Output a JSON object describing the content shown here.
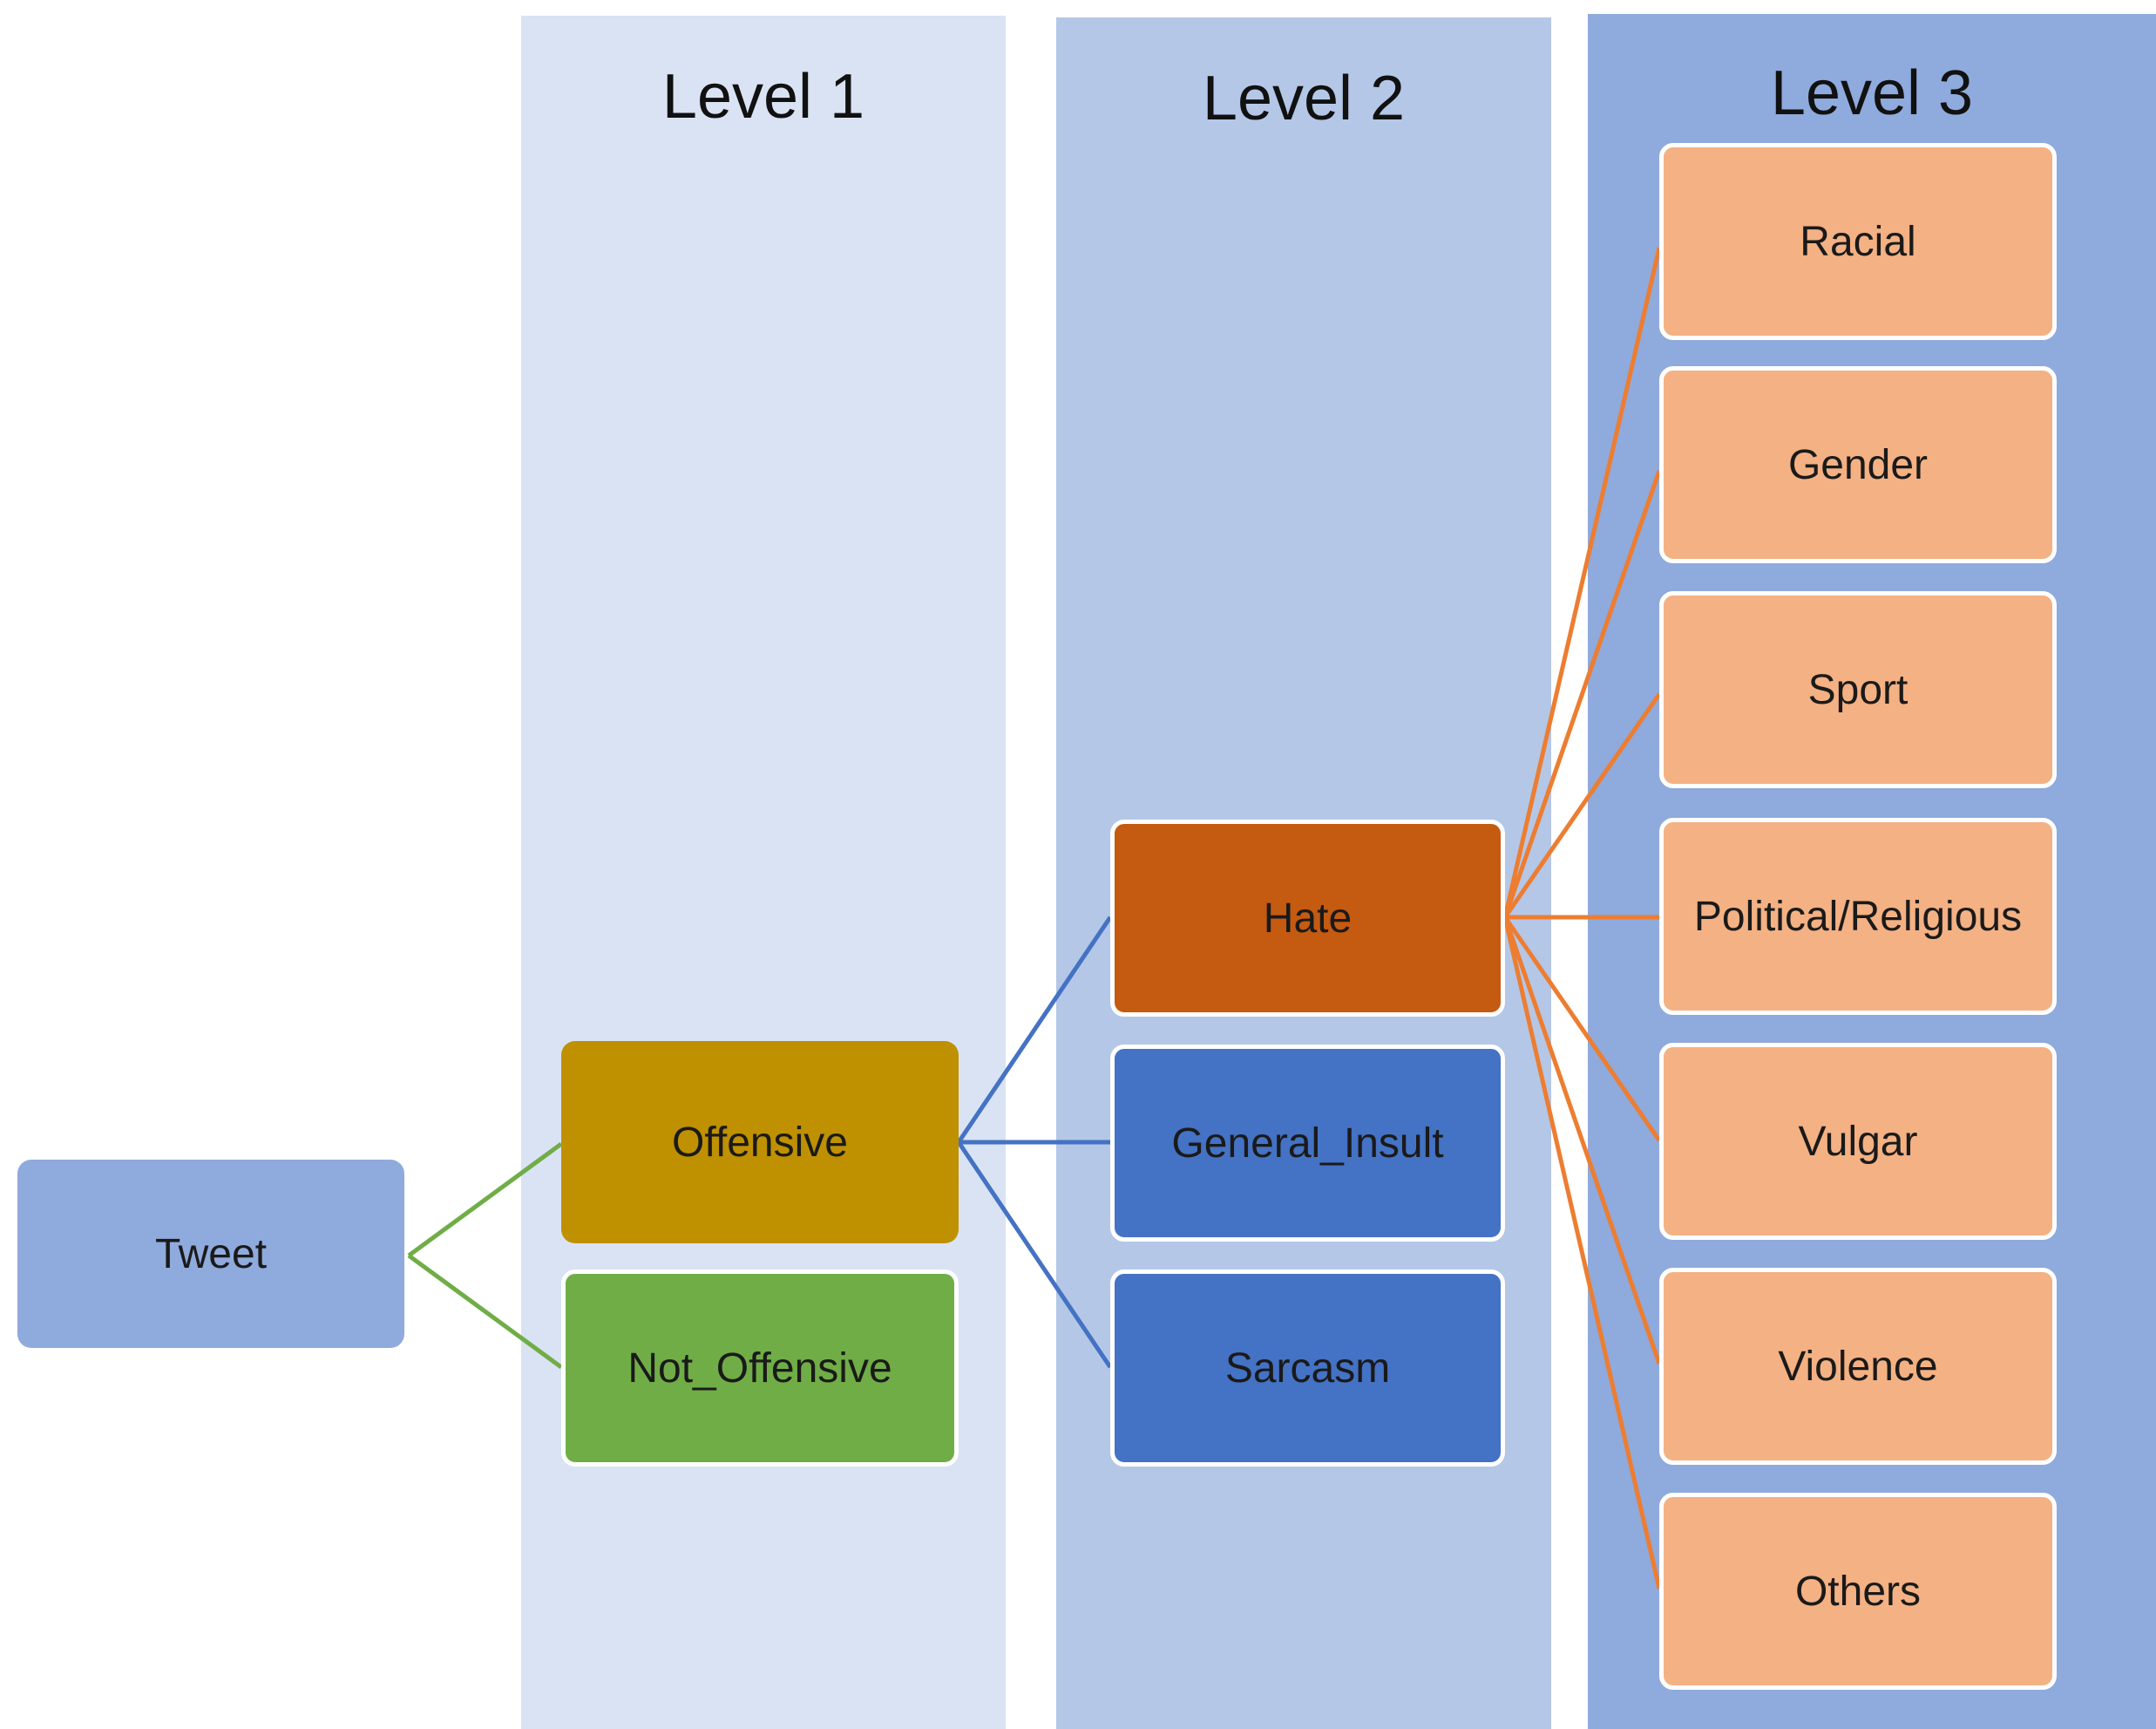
{
  "levels": {
    "level1": "Level 1",
    "level2": "Level 2",
    "level3": "Level 3"
  },
  "root": "Tweet",
  "level1_nodes": {
    "offensive": "Offensive",
    "not_offensive": "Not_Offensive"
  },
  "level2_nodes": {
    "hate": "Hate",
    "general_insult": "General_Insult",
    "sarcasm": "Sarcasm"
  },
  "level3_nodes": {
    "racial": "Racial",
    "gender": "Gender",
    "sport": "Sport",
    "political_religious": "Political/Religious",
    "vulgar": "Vulgar",
    "violence": "Violence",
    "others": "Others"
  },
  "colors": {
    "level1_band": "#dae3f3",
    "level2_band": "#b4c7e7",
    "level3_band": "#8faadc",
    "tweet": "#8faadc",
    "offensive": "#bf9000",
    "not_offensive": "#70ad47",
    "hate": "#c55a11",
    "level2_blue": "#4472c4",
    "level3_node": "#f4b183",
    "green_link": "#70ad47",
    "blue_link": "#4472c4",
    "orange_link": "#ed7d31"
  }
}
